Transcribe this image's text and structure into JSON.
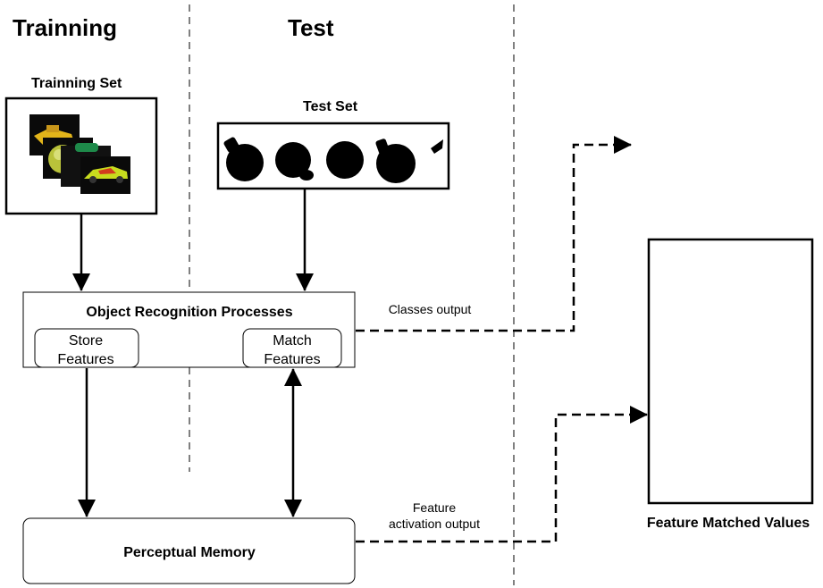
{
  "headings": {
    "training": "Trainning",
    "test": "Test"
  },
  "training_set": {
    "label": "Trainning Set"
  },
  "test_set": {
    "label": "Test Set"
  },
  "orp": {
    "title": "Object Recognition Processes",
    "store_line1": "Store",
    "store_line2": "Features",
    "match_line1": "Match",
    "match_line2": "Features"
  },
  "memory": {
    "label": "Perceptual  Memory"
  },
  "outputs": {
    "classes": "Classes output",
    "feature_line1": "Feature",
    "feature_line2": "activation output"
  },
  "feature_values": {
    "label": "Feature Matched Values"
  }
}
